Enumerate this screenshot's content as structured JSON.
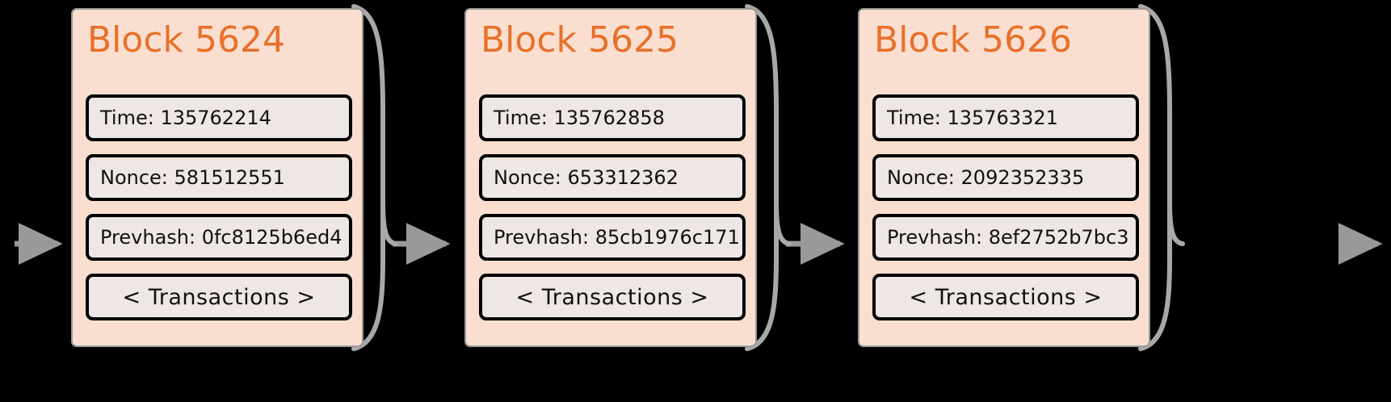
{
  "diagram": {
    "type": "blockchain-chain",
    "background_color": "#000000",
    "block_fill": "#fadfd0",
    "field_fill": "#efe7e5",
    "title_color": "#e8702a",
    "arrow_color": "#999999",
    "labels": {
      "time_prefix": "Time: ",
      "nonce_prefix": "Nonce: ",
      "prevhash_prefix": "Prevhash: ",
      "transactions": "< Transactions >"
    },
    "blocks": [
      {
        "title": "Block 5624",
        "time": "Time: 135762214",
        "nonce": "Nonce: 581512551",
        "prevhash": "Prevhash: 0fc8125b6ed4",
        "transactions": "< Transactions >"
      },
      {
        "title": "Block 5625",
        "time": "Time: 135762858",
        "nonce": "Nonce: 653312362",
        "prevhash": "Prevhash: 85cb1976c171",
        "transactions": "< Transactions >"
      },
      {
        "title": "Block 5626",
        "time": "Time: 135763321",
        "nonce": "Nonce: 2092352335",
        "prevhash": "Prevhash: 8ef2752b7bc3",
        "transactions": "< Transactions >"
      }
    ]
  }
}
